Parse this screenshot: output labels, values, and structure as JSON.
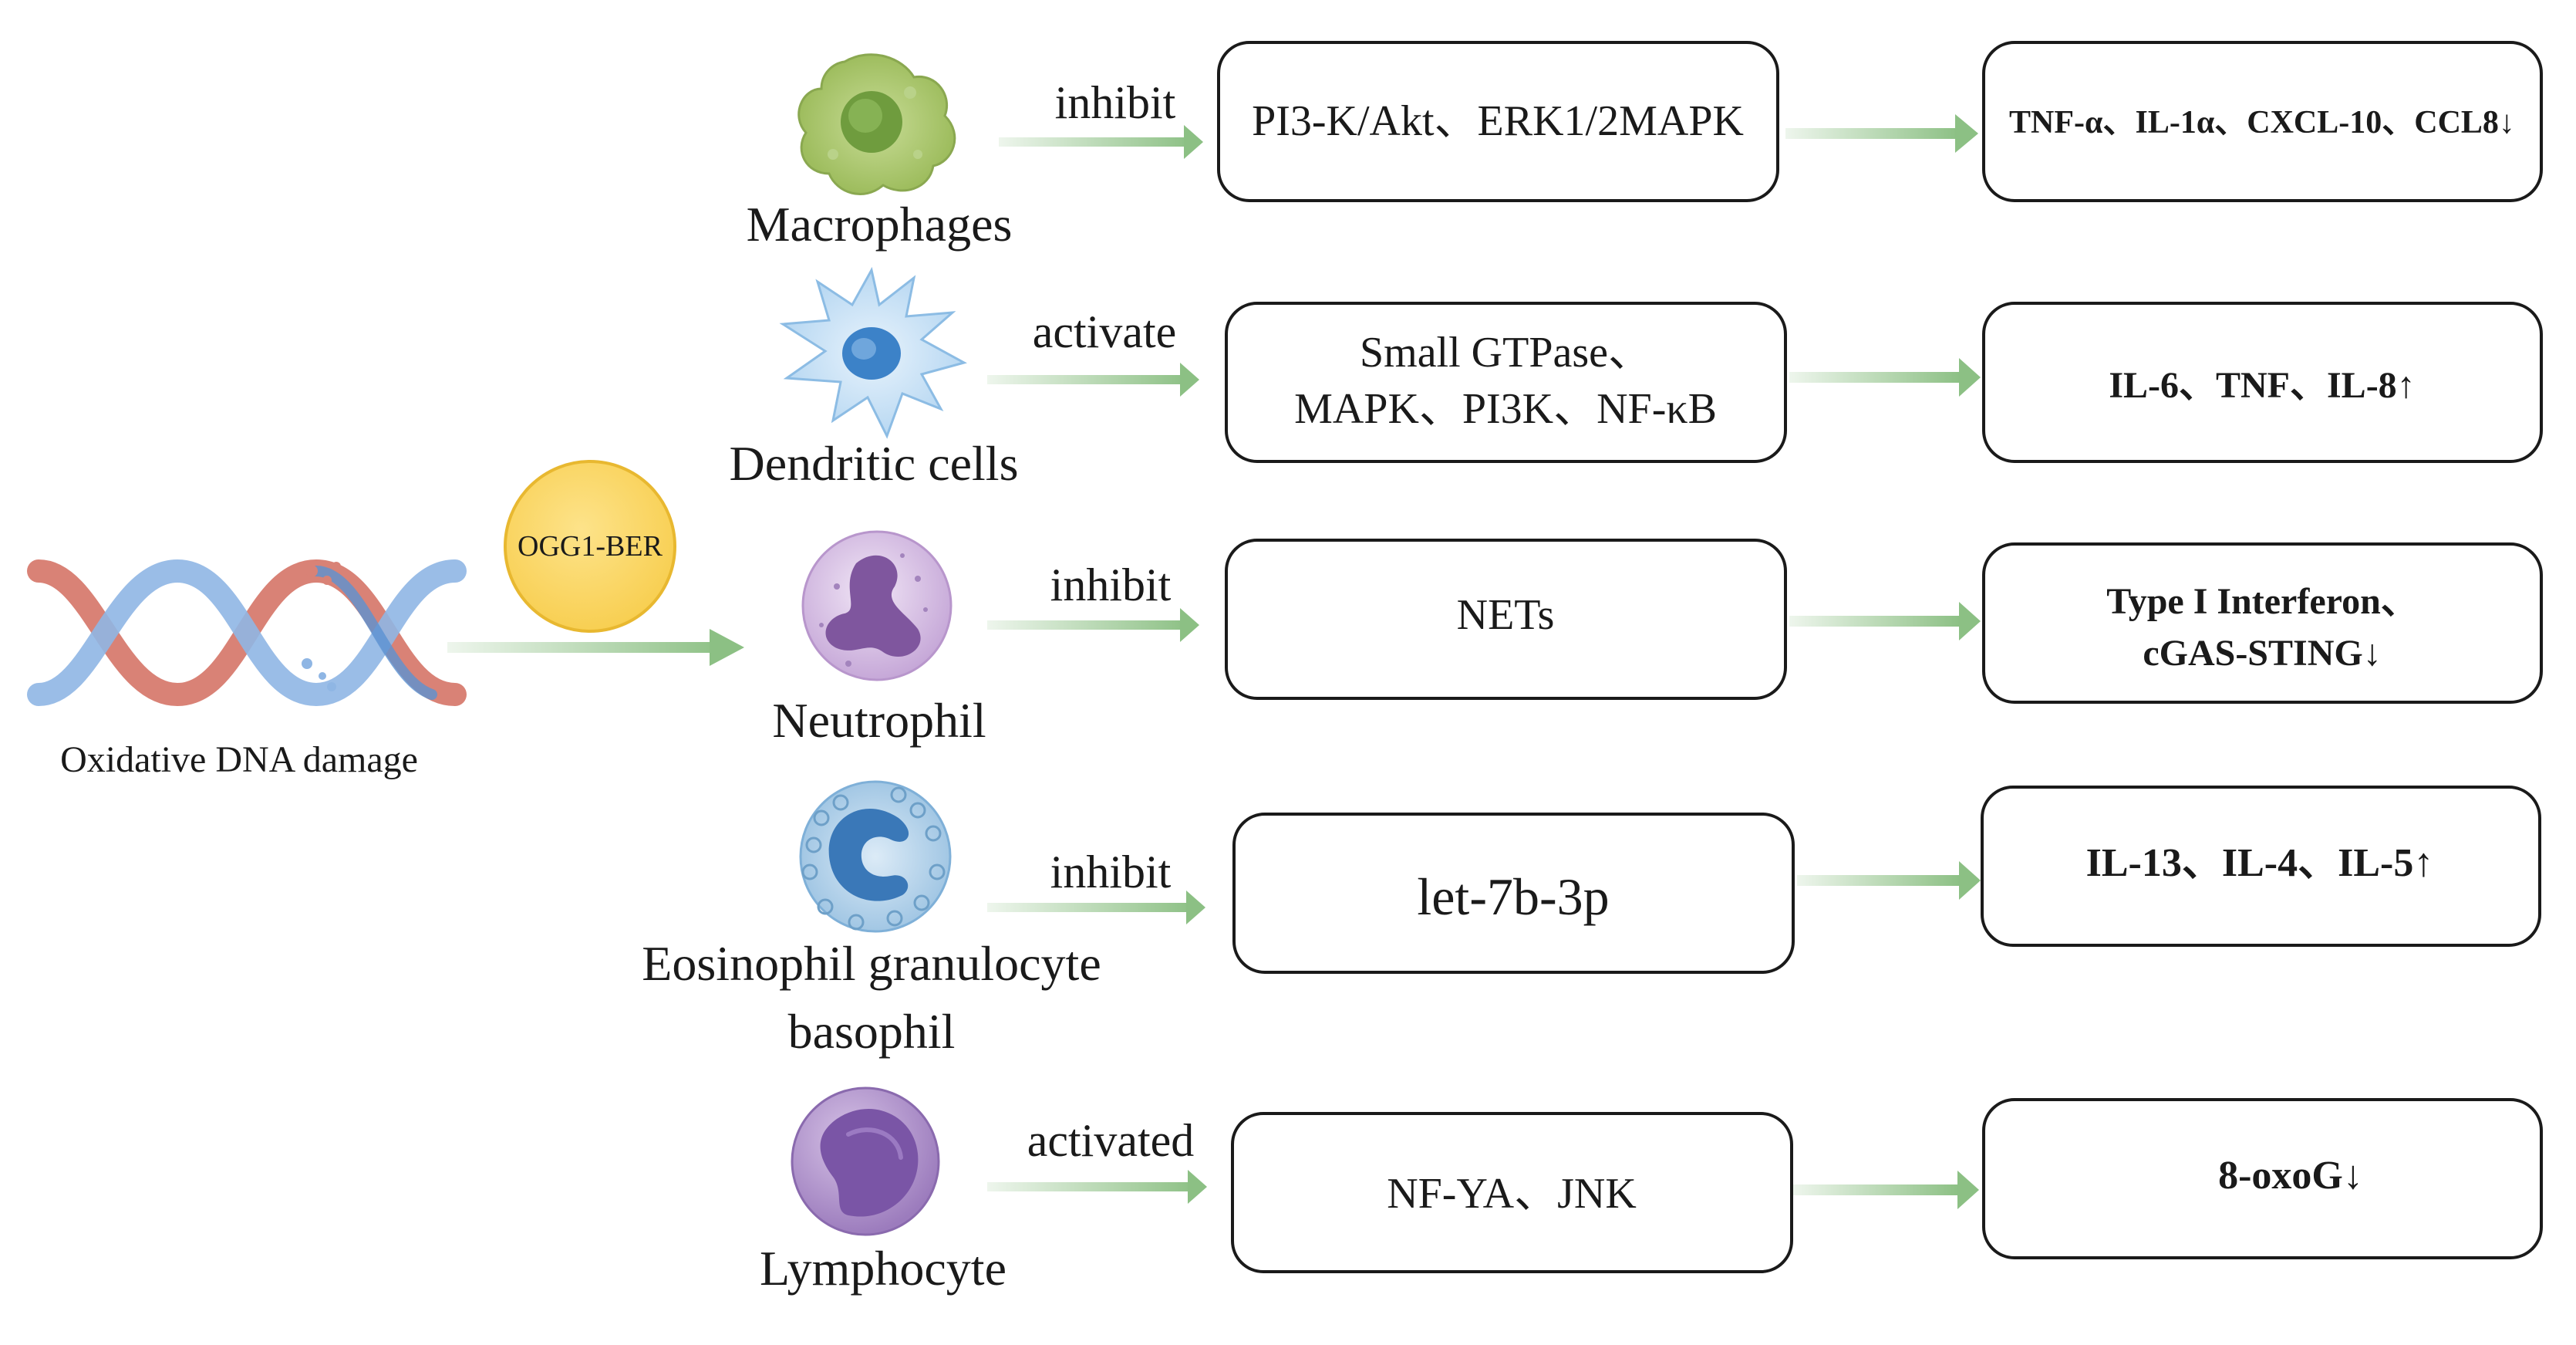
{
  "source": {
    "label": "Oxidative DNA damage",
    "badge": "OGG1-BER"
  },
  "rows": [
    {
      "cell": "Macrophages",
      "cell_lines": [
        "Macrophages"
      ],
      "action": "inhibit",
      "mechanism_lines": [
        "PI3-K/Akt、ERK1/2MAPK"
      ],
      "result_lines": [
        "TNF-α、IL-1α、CXCL-10、CCL8↓"
      ],
      "icon": "macrophage-icon"
    },
    {
      "cell": "Dendritic cells",
      "cell_lines": [
        "Dendritic cells"
      ],
      "action": "activate",
      "mechanism_lines": [
        "Small GTPase、",
        "MAPK、PI3K、NF-κB"
      ],
      "result_lines": [
        "IL-6、TNF、IL-8↑"
      ],
      "icon": "dendritic-cell-icon"
    },
    {
      "cell": "Neutrophil",
      "cell_lines": [
        "Neutrophil"
      ],
      "action": "inhibit",
      "mechanism_lines": [
        "NETs"
      ],
      "result_lines": [
        "Type I Interferon、",
        "cGAS-STING↓"
      ],
      "icon": "neutrophil-icon"
    },
    {
      "cell": "Eosinophil granulocyte basophil",
      "cell_lines": [
        "Eosinophil granulocyte",
        "basophil"
      ],
      "action": "inhibit",
      "mechanism_lines": [
        "let-7b-3p"
      ],
      "result_lines": [
        "IL-13、IL-4、IL-5↑"
      ],
      "icon": "eosinophil-icon"
    },
    {
      "cell": "Lymphocyte",
      "cell_lines": [
        "Lymphocyte"
      ],
      "action": "activated",
      "mechanism_lines": [
        "NF-YA、JNK"
      ],
      "result_lines": [
        "8-oxoG↓"
      ],
      "icon": "lymphocyte-icon"
    }
  ],
  "colors": {
    "arrow": "#8cc084",
    "badge_fill": "#fcd96a",
    "badge_stroke": "#e8b830",
    "dna_blue": "#8fb6e4",
    "dna_red": "#d98276",
    "box_stroke": "#1a1a1a"
  }
}
